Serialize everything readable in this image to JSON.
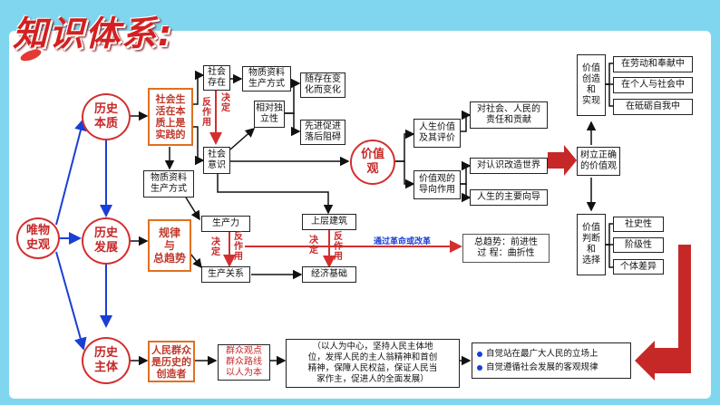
{
  "title": "知识体系:",
  "circles": {
    "materialism": "唯物\n史观",
    "essence": "历史\n本质",
    "development": "历史\n发展",
    "subject": "历史\n主体",
    "value": "价值\n观"
  },
  "essence_branch": {
    "social_life": "社会生\n活在本\n质上是\n实践的",
    "social_existence": "社会\n存在",
    "social_consciousness": "社会\n意识",
    "material_means": "物质资料\n生产方式",
    "material_means_2": "物质资料\n生产方式",
    "relative_independence": "相对独\n立性",
    "changes": "随存在变\n化而变化",
    "promote": "先进促进\n落后阻碍",
    "decide": "决\n定",
    "react": "反\n作\n用"
  },
  "development_branch": {
    "law": "规律\n与\n总趋势",
    "productive_forces": "生产力",
    "production_relations": "生产关系",
    "superstructure": "上层建筑",
    "economic_base": "经济基础",
    "decide": "决\n定",
    "react": "反\n作\n用",
    "revolution": "通过革命或改革",
    "trend": "总趋势：前进性\n过  程：曲折性"
  },
  "subject_branch": {
    "masses": "人民群众\n是历史的\n创造者",
    "mass_line": "群众观点\n群众路线\n以人为本",
    "people_centered": "（以人为中心，坚持人民主体地\n位，发挥人民的主人翁精神和首创\n精神，保障人民权益，保证人民当\n家作主，促进人的全面发展）",
    "stand_1": "自觉站在最广大人民的立场上",
    "stand_2": "自觉遵循社会发展的客观规律"
  },
  "value_branch": {
    "life_value": "人生价值\n及其评价",
    "contribution": "对社会、人民的\n责任和贡献",
    "guiding": "价值观的\n导向作用",
    "world_transform": "对认识改造世界",
    "life_guide": "人生的主要向导",
    "correct_view": "树立正确\n的价值观",
    "create": "价值\n创造\n和\n实现",
    "labor": "在劳动和奉献中",
    "individual_society": "在个人与社会中",
    "self_improvement": "在砥砺自我中",
    "judge": "价值\n判断\n和\n选择",
    "social_history": "社史性",
    "class": "阶级性",
    "individual_diff": "个体差异"
  }
}
